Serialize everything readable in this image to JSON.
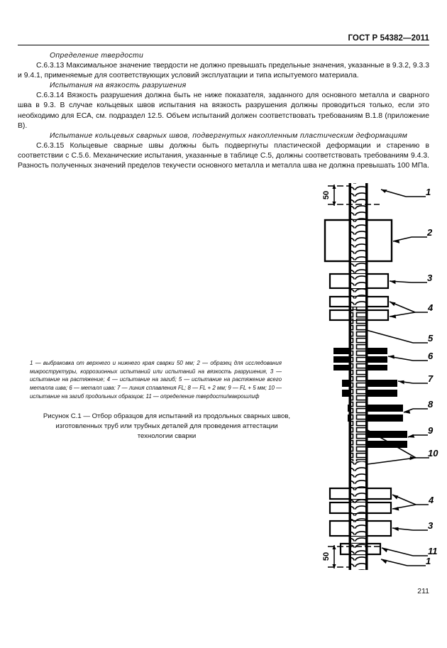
{
  "header": {
    "standard_title": "ГОСТ Р 54382—2011"
  },
  "page": {
    "number": "211"
  },
  "content": {
    "subhead_1": "Определение твердости",
    "para_1": "С.6.3.13 Максимальное  значение твердости не должно превышать предельные значения, указанные в 9.3.2, 9.3.3 и 9.4.1, применяемые для соответствующих условий эксплуатации и типа испытуемого материала.",
    "subhead_2": "Испытания на вязкость разрушения",
    "para_2": "С.6.3.14 Вязкость разрушения должна быть не ниже показателя, заданного для основного металла и сварного шва в 9.3. В случае кольцевых швов испытания на вязкость разрушения должны проводиться только, если это необходимо для ЕСА, см. подраздел 12.5. Объем испытаний должен соответствовать требованиям В.1.8 (приложение В).",
    "subhead_3": "Испытание кольцевых сварных швов, подвергнутых накопленным пластическим деформациям",
    "para_3": "С.6.3.15 Кольцевые сварные швы должны быть подвергнуты пластической деформации и старению в соответствии с С.5.6. Механические испытания, указанные в таблице С.5, должны соответствовать требованиям 9.4.3. Разность полученных значений пределов текучести основного металла и металла шва не должна превышать 100 МПа."
  },
  "figure": {
    "legend": "1 — выбраковка от верхнего и нижнего края сварки 50 мм; 2 — образец для исследования микроструктуры,  коррозионных испытаний или испытаний на вязкость разрушения, 3 — испытание на растяжение;  4 — испытание  на загиб; 5  — испытание на растяжение всего металла  шва;  6 — металл шва: 7 — линия сплавления FL;  8 — FL + 2 мм;  9 —  FL + 5 мм; 10 — испытание на загиб продольных образцов; 11 —  определение твердости/макрошлиф",
    "caption_line_1": "Рисунок С.1 — Отбор образцов для испытаний из продольных сварных швов,",
    "caption_line_2": "изготовленных труб или трубных деталей для проведения аттестации",
    "caption_line_3": "технологии сварки",
    "dimension_top": "50",
    "dimension_bottom": "50",
    "callouts": [
      {
        "id": "1",
        "label": "1"
      },
      {
        "id": "2",
        "label": "2"
      },
      {
        "id": "3",
        "label": "3"
      },
      {
        "id": "4",
        "label": "4"
      },
      {
        "id": "5",
        "label": "5"
      },
      {
        "id": "6",
        "label": "6"
      },
      {
        "id": "7",
        "label": "7"
      },
      {
        "id": "8",
        "label": "8"
      },
      {
        "id": "9",
        "label": "9"
      },
      {
        "id": "10",
        "label": "10"
      },
      {
        "id": "4b",
        "label": "4"
      },
      {
        "id": "3b",
        "label": "3"
      },
      {
        "id": "11",
        "label": "11"
      },
      {
        "id": "1b",
        "label": "1"
      }
    ]
  }
}
